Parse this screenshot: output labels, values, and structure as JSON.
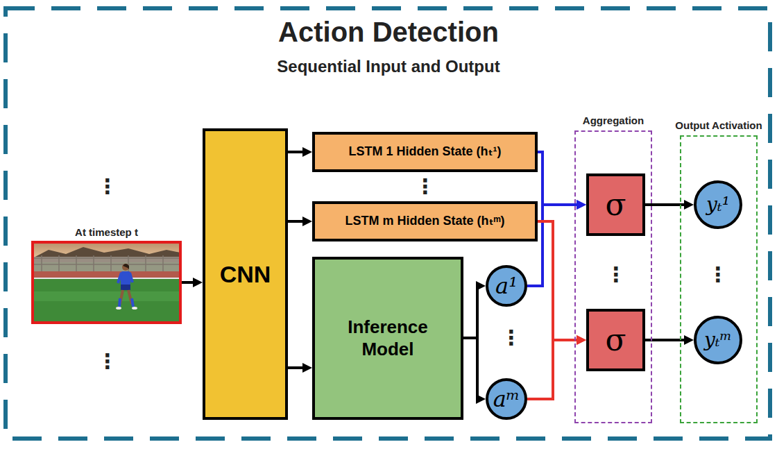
{
  "diagram": {
    "title": "Action Detection",
    "nodes": [
      {
        "text": [
          "At timestep t"
        ]
      },
      {
        "text": [
          "CNN"
        ]
      },
      {
        "text": [
          "LSTM 1 Hidden State (hₜ¹)"
        ]
      },
      {
        "text": [
          "LSTM m Hidden State (hₜᵐ)"
        ]
      },
      {
        "text": [
          "Inference Model"
        ]
      },
      {
        "text": [
          "a¹"
        ]
      },
      {
        "text": [
          "aᵐ"
        ]
      },
      {
        "text": [
          "Aggregation"
        ]
      },
      {
        "text": [
          "σ"
        ],
        "in": 7
      },
      {
        "text": [
          "σ"
        ],
        "in": 7
      },
      {
        "text": [
          "Output Activation"
        ]
      },
      {
        "text": [
          "yₜ¹"
        ],
        "in": 10
      },
      {
        "text": [
          "yₜᵐ"
        ],
        "in": 10
      }
    ],
    "edges": [
      {
        "from": 0,
        "to": 1,
        "arrow": "to"
      },
      {
        "from": 1,
        "to": 2,
        "arrow": "to"
      },
      {
        "from": 1,
        "to": 3,
        "arrow": "to"
      },
      {
        "from": 1,
        "to": 4,
        "arrow": "to"
      },
      {
        "from": 4,
        "to": 5,
        "arrow": "to"
      },
      {
        "from": 4,
        "to": 6,
        "arrow": "to"
      },
      {
        "from": 2,
        "to": 8,
        "arrow": "to"
      },
      {
        "from": 5,
        "to": 8,
        "arrow": "to"
      },
      {
        "from": 3,
        "to": 9,
        "arrow": "to"
      },
      {
        "from": 6,
        "to": 9,
        "arrow": "to"
      },
      {
        "from": 8,
        "to": 11,
        "arrow": "to"
      },
      {
        "from": 9,
        "to": 12,
        "arrow": "to"
      }
    ],
    "labels": [
      "Sequential Input and Output",
      "⋮",
      "⋮",
      "⋮",
      "⋮",
      "⋮",
      "⋮"
    ]
  }
}
